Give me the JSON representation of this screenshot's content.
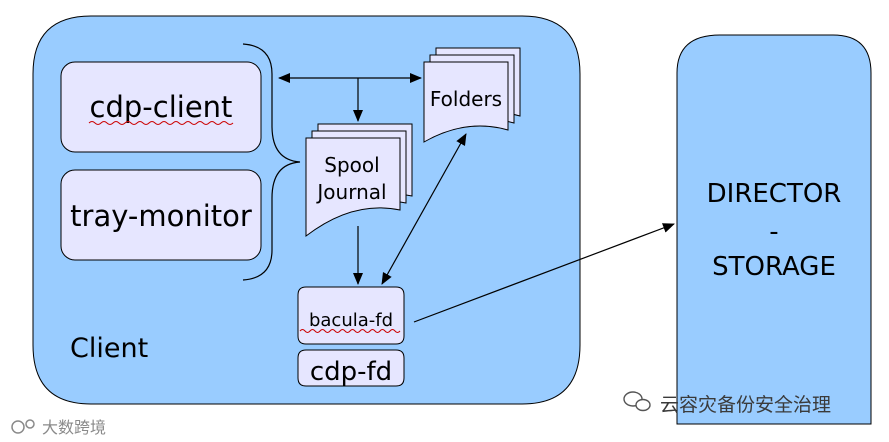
{
  "client": {
    "label": "Client"
  },
  "cdp_client": {
    "label": "cdp-client"
  },
  "tray_monitor": {
    "label": "tray-monitor"
  },
  "folders": {
    "label": "Folders"
  },
  "spool": {
    "line1": "Spool",
    "line2": "Journal"
  },
  "bacula_fd": {
    "label": "bacula-fd"
  },
  "cdp_fd": {
    "label": "cdp-fd"
  },
  "director": {
    "line1": "DIRECTOR",
    "line2": "-",
    "line3": "STORAGE"
  },
  "watermarks": {
    "left": "大数跨境",
    "right": "云容灾备份安全治理"
  },
  "colors": {
    "client_fill": "#99ccff",
    "box_fill": "#e6e6ff",
    "stroke": "#000000",
    "spellcheck": "#cc0000"
  }
}
